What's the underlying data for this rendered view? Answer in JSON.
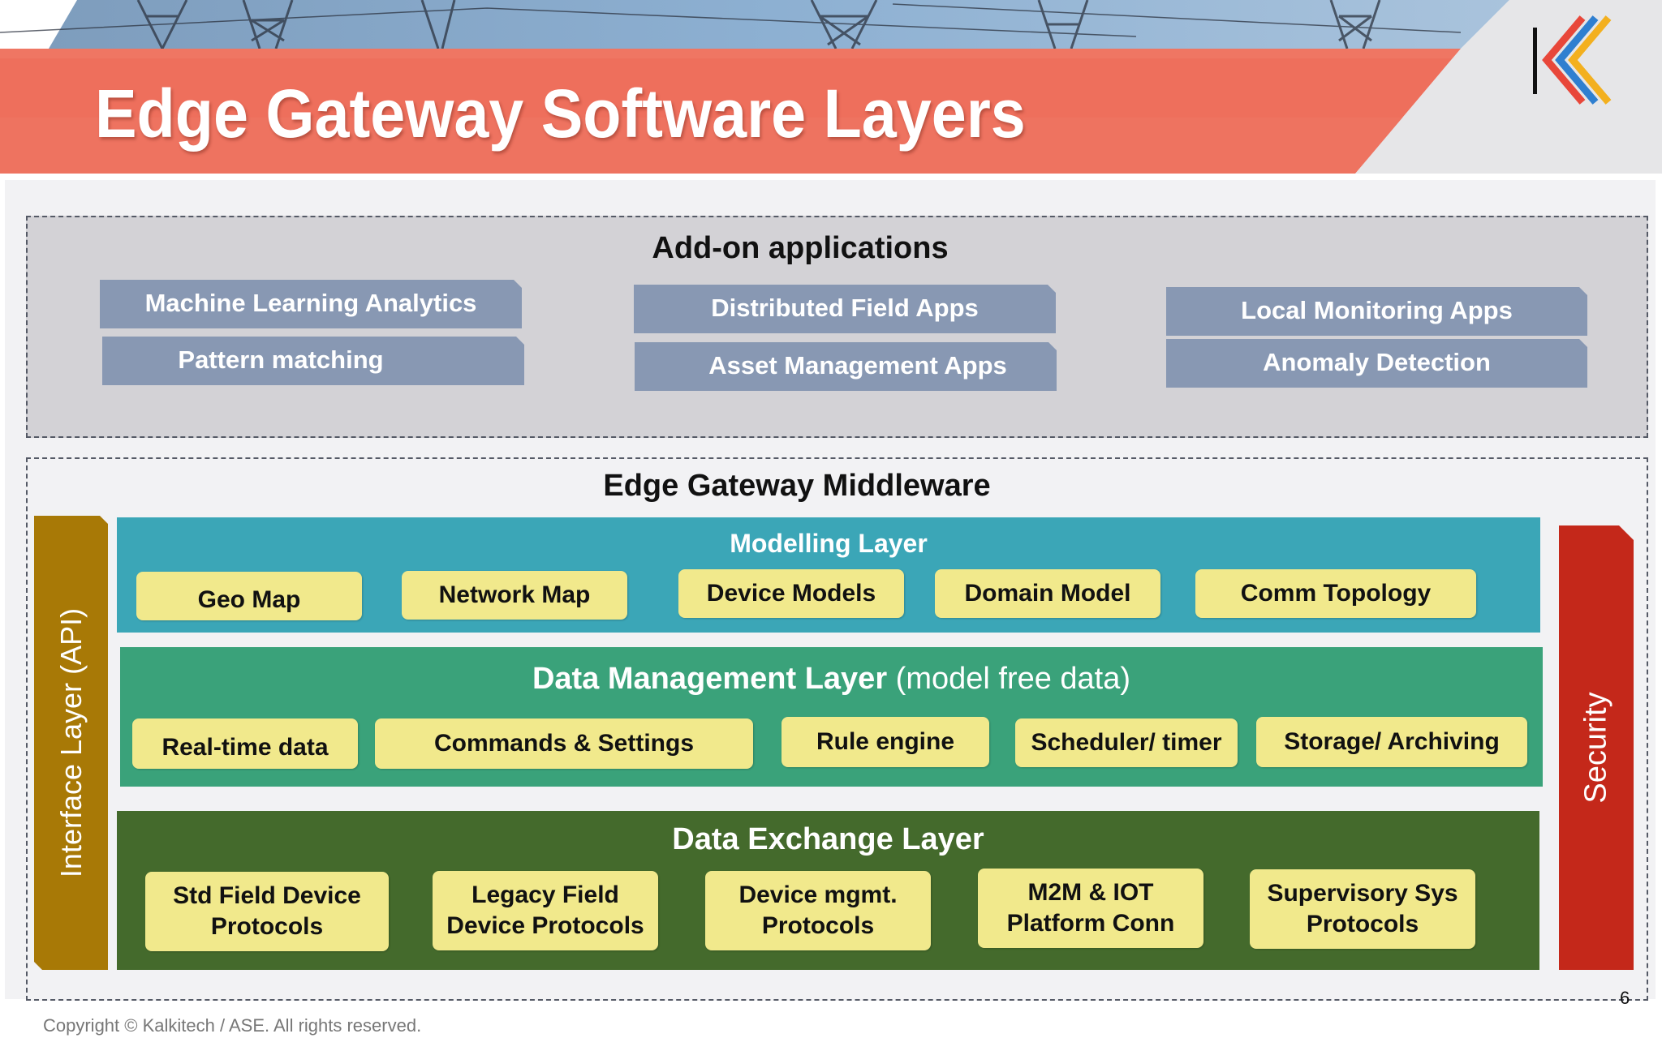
{
  "slide": {
    "title": "Edge Gateway Software Layers",
    "page_number": "6",
    "copyright": "Copyright © Kalkitech / ASE. All rights reserved."
  },
  "addon": {
    "heading": "Add-on applications",
    "groups": [
      [
        "Machine Learning Analytics",
        "Pattern matching"
      ],
      [
        "Distributed Field Apps",
        "Asset Management Apps"
      ],
      [
        "Local Monitoring Apps",
        "Anomaly Detection"
      ]
    ]
  },
  "middleware": {
    "heading": "Edge Gateway Middleware",
    "interface_label": "Interface Layer (API)",
    "security_label": "Security",
    "modelling": {
      "title": "Modelling Layer",
      "items": [
        "Geo Map",
        "Network Map",
        "Device Models",
        "Domain Model",
        "Comm Topology"
      ]
    },
    "data_management": {
      "title": "Data Management Layer",
      "subtitle": "(model free data)",
      "items": [
        "Real-time data",
        "Commands & Settings",
        "Rule engine",
        "Scheduler/ timer",
        "Storage/ Archiving"
      ]
    },
    "data_exchange": {
      "title": "Data Exchange Layer",
      "items": [
        [
          "Std Field Device",
          "Protocols"
        ],
        [
          "Legacy Field",
          "Device Protocols"
        ],
        [
          "Device mgmt.",
          "Protocols"
        ],
        [
          "M2M & IOT",
          "Platform Conn"
        ],
        [
          "Supervisory Sys",
          "Protocols"
        ]
      ]
    }
  },
  "colors": {
    "banner_red": "#ee6f5c",
    "app_pill": "#8898b3",
    "modelling": "#3ba6b7",
    "data_management": "#3aa27a",
    "data_exchange": "#446a2c",
    "chip": "#f1e98c",
    "interface": "#a87906",
    "security": "#c4281a"
  }
}
